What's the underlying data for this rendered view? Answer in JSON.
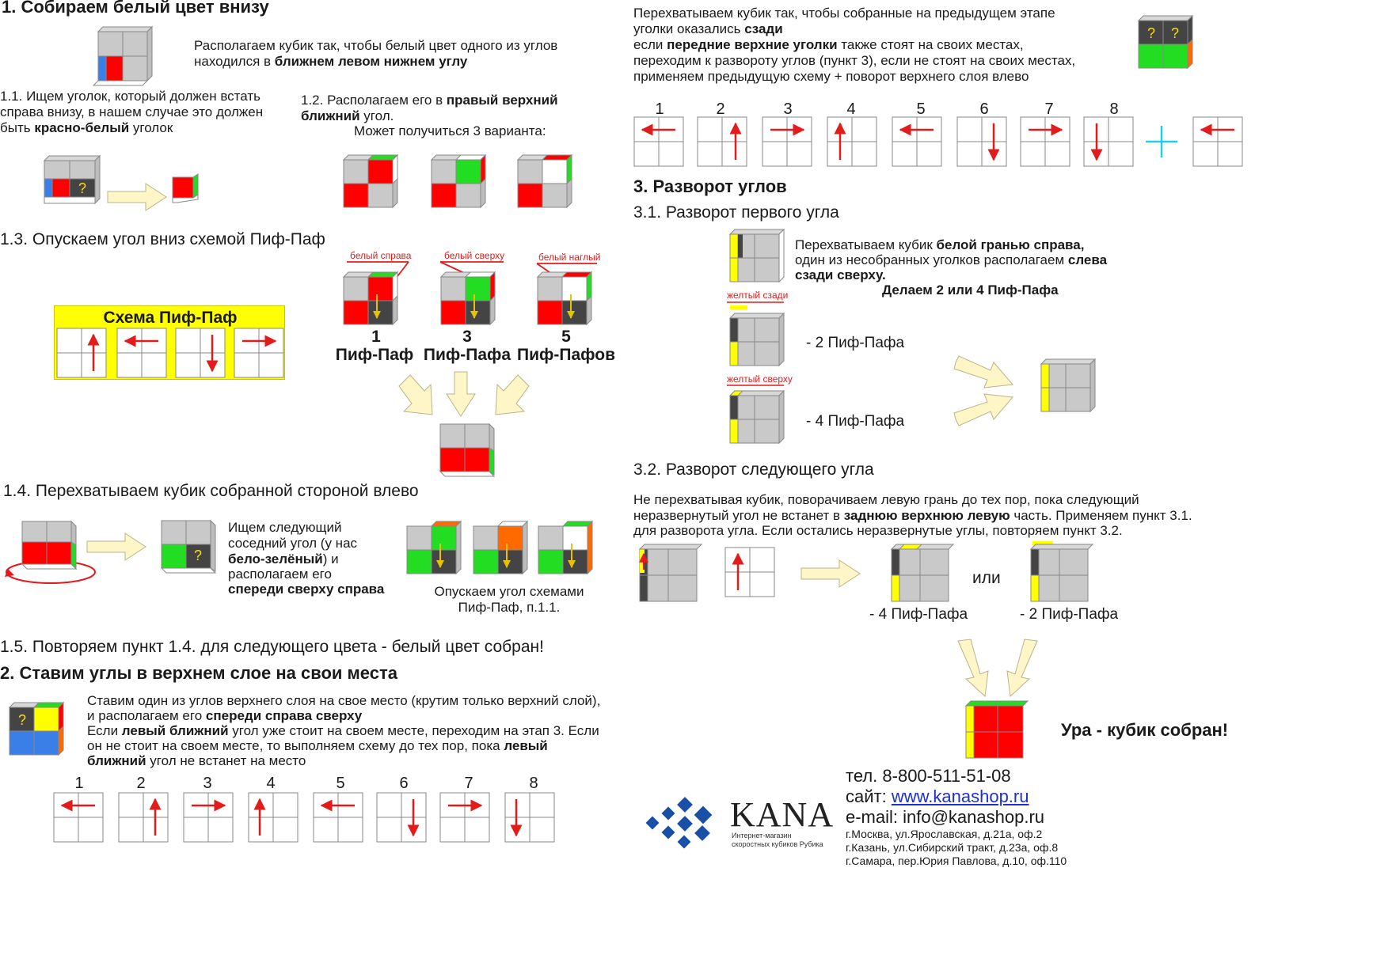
{
  "s1": {
    "title": "1. Собираем белый цвет внизу",
    "intro_a": "Располагаем кубик так, чтобы белый цвет одного из углов",
    "intro_b1": "находился в ",
    "intro_b2": "ближнем левом нижнем углу",
    "s11_a": "1.1. Ищем уголок, который должен встать",
    "s11_b": "справа внизу, в нашем случае это должен",
    "s11_c1": "быть ",
    "s11_c2": "красно-белый",
    "s11_c3": " уголок",
    "s12_a1": "1.2. Располагаем его в ",
    "s12_a2": "правый верхний",
    "s12_b1": "ближний",
    "s12_b2": " угол.",
    "s12_c": "Может получиться 3 варианта:",
    "s13": "1.3. Опускаем угол вниз схемой Пиф-Паф",
    "scheme_title": "Схема Пиф-Паф",
    "labels": [
      "белый справа",
      "белый сверху",
      "белый наглый"
    ],
    "counts": [
      "1",
      "3",
      "5"
    ],
    "count_names": [
      "Пиф-Паф",
      "Пиф-Пафа",
      "Пиф-Пафов"
    ],
    "s14": "1.4. Перехватываем кубик собранной стороной влево",
    "s14_t1": "Ищем следующий",
    "s14_t2": "соседний угол (у нас",
    "s14_t3": "бело-зелёный",
    "s14_t3b": ") и",
    "s14_t4": "располагаем его",
    "s14_t5": "спереди сверху справа",
    "s14_c1": "Опускаем угол схемами",
    "s14_c2": "Пиф-Паф, п.1.1.",
    "s15": "1.5. Повторяем пункт 1.4. для следующего цвета - белый цвет собран!"
  },
  "s2": {
    "title": "2. Ставим углы в верхнем слое на свои места",
    "p1": "Ставим один из углов верхнего слоя на свое место (крутим только верхний слой),",
    "p2a": "и располагаем его ",
    "p2b": "спереди справа сверху",
    "p3a": "Если ",
    "p3b": "левый ближний",
    "p3c": " угол уже стоит на своем месте, переходим на этап 3. Если",
    "p4a": "он не стоит на своем месте, то выполняем схему до тех пор, пока ",
    "p4b": "левый",
    "p5a": "ближний",
    "p5b": " угол не встанет на место",
    "steps": [
      "1",
      "2",
      "3",
      "4",
      "5",
      "6",
      "7",
      "8"
    ]
  },
  "r": {
    "p1": "Перехватываем кубик так, чтобы собранные на предыдущем этапе",
    "p2a": "уголки оказались ",
    "p2b": "сзади",
    "p3a": "если ",
    "p3b": "передние верхние уголки",
    "p3c": " также стоят на своих местах,",
    "p4": "переходим к развороту углов (пункт 3), если не стоят на своих местах,",
    "p5": "применяем предыдущую схему + поворот верхнего слоя влево",
    "steps": [
      "1",
      "2",
      "3",
      "4",
      "5",
      "6",
      "7",
      "8"
    ]
  },
  "s3": {
    "title": "3. Разворот углов",
    "s31": "3.1. Разворот первого угла",
    "t1a": "Перехватываем кубик ",
    "t1b": "белой гранью справа,",
    "t2a": "один из несобранных уголков располагаем ",
    "t2b": "слева",
    "t3": "сзади сверху.",
    "t4": "Делаем 2 или 4 Пиф-Пафа",
    "lbl_back": "желтый сзади",
    "lbl_top": "желтый сверху",
    "two": "- 2 Пиф-Пафа",
    "four": "- 4 Пиф-Пафа",
    "s32": "3.2. Разворот следующего угла",
    "p1": "Не перехватывая кубик, поворачиваем левую грань до тех пор, пока следующий",
    "p2a": "неразвернутый угол не встанет в ",
    "p2b": "заднюю верхнюю левую",
    "p2c": " часть. Применяем пункт 3.1.",
    "p3": "для разворота угла. Если остались неразвернутые углы, повторяем пункт 3.2.",
    "or": "или",
    "four2": "- 4 Пиф-Пафа",
    "two2": "- 2 Пиф-Пафа",
    "done": "Ура - кубик собран!"
  },
  "contacts": {
    "brand": "KANA",
    "brand_sub1": "Интернет-магазин",
    "brand_sub2": "скоростных кубиков Рубика",
    "tel": "тел. 8-800-511-51-08",
    "site_label": "сайт: ",
    "site": "www.kanashop.ru",
    "email": "e-mail: info@kanashop.ru",
    "addr1": "г.Москва, ул.Ярославская, д.21а, оф.2",
    "addr2": "г.Казань, ул.Сибирский тракт, д.23а, оф.8",
    "addr3": "г.Самара, пер.Юрия Павлова, д.10, оф.110"
  },
  "colors": {
    "red": "#ff0000",
    "green": "#22dd22",
    "yellow": "#ffff00",
    "blue": "#3a7ee8",
    "orange": "#ff6a00",
    "gray": "#c9c9c9",
    "dark": "#444444",
    "arrow": "#fff6c8",
    "link": "#1f2fd0",
    "kana": "#1a4fa8"
  }
}
